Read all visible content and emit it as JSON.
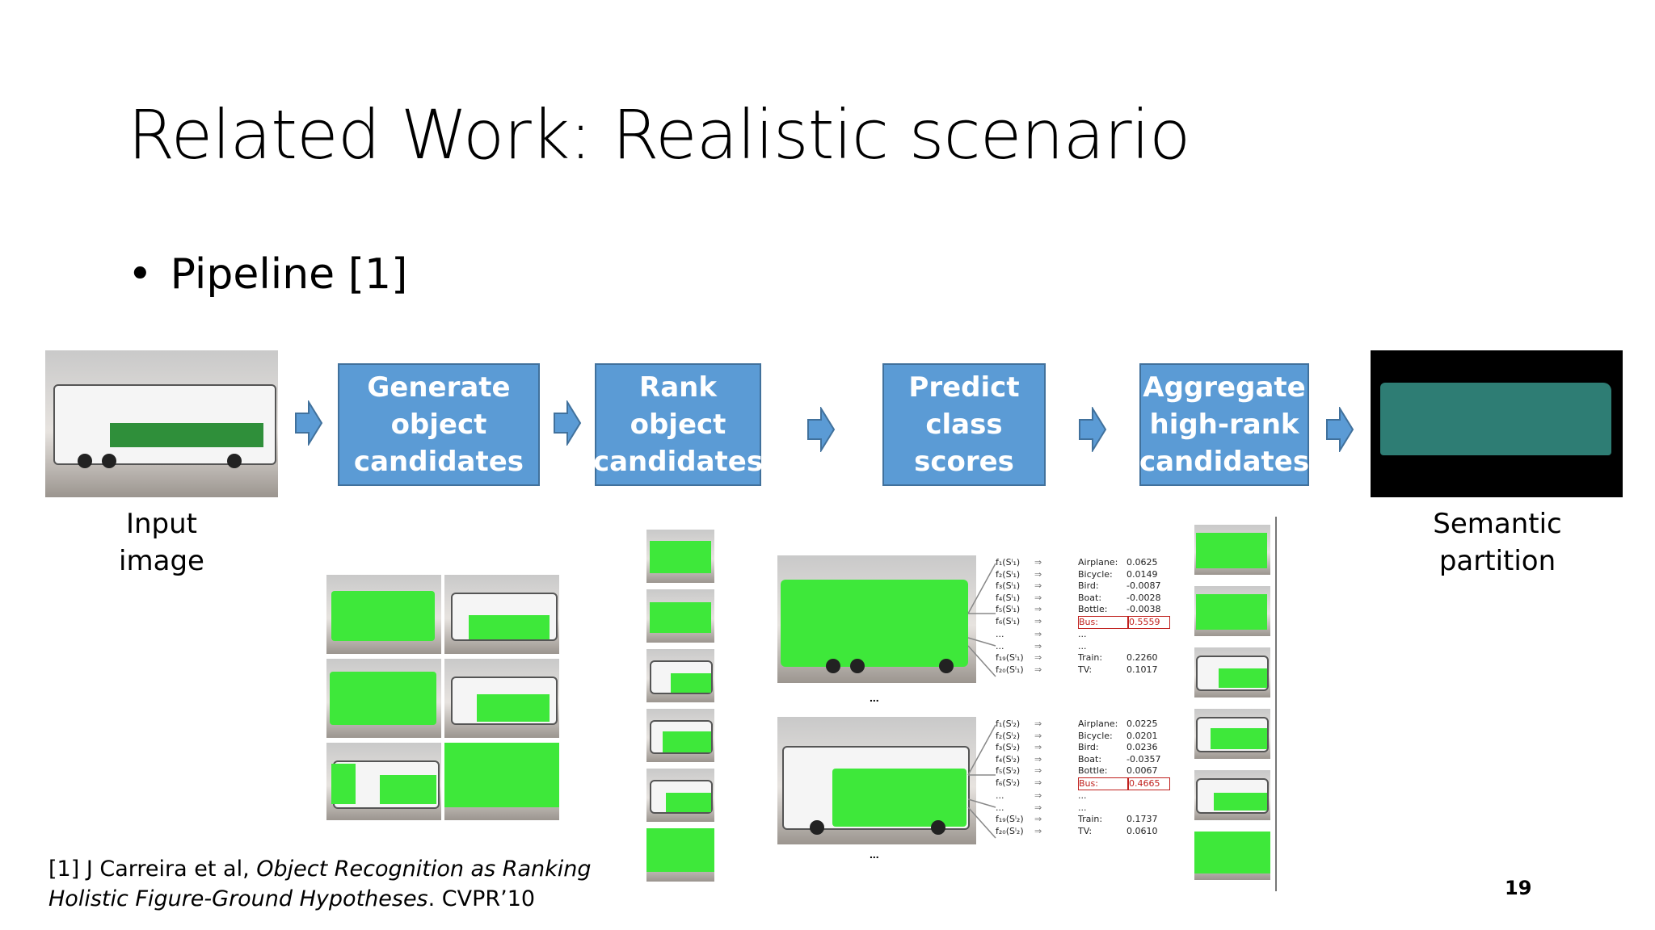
{
  "slide": {
    "title": "Related Work: Realistic scenario",
    "bullet": "Pipeline [1]",
    "page_number": "19"
  },
  "pipeline": {
    "steps": [
      "Generate\nobject\ncandidates",
      "Rank\nobject\ncandidates",
      "Predict\nclass\nscores",
      "Aggregate\nhigh-rank\ncandidates"
    ],
    "input_caption": "Input\nimage",
    "output_caption": "Semantic\npartition",
    "colors": {
      "step_fill": "#5b9bd5",
      "step_border": "#41719c",
      "mask": "#3ee83a",
      "partition": "#2e7d74"
    }
  },
  "scores": {
    "top": [
      {
        "fn": "f₁(Sⁱ₁)",
        "cls": "Airplane:",
        "val": "0.0625"
      },
      {
        "fn": "f₂(Sⁱ₁)",
        "cls": "Bicycle:",
        "val": "0.0149"
      },
      {
        "fn": "f₃(Sⁱ₁)",
        "cls": "Bird:",
        "val": "-0.0087"
      },
      {
        "fn": "f₄(Sⁱ₁)",
        "cls": "Boat:",
        "val": "-0.0028"
      },
      {
        "fn": "f₅(Sⁱ₁)",
        "cls": "Bottle:",
        "val": "-0.0038"
      },
      {
        "fn": "f₆(Sⁱ₁)",
        "cls": "Bus:",
        "val": "0.5559",
        "highlight": true
      },
      {
        "fn": "...",
        "cls": "...",
        "val": ""
      },
      {
        "fn": "...",
        "cls": "...",
        "val": ""
      },
      {
        "fn": "f₁₉(Sⁱ₁)",
        "cls": "Train:",
        "val": "0.2260"
      },
      {
        "fn": "f₂₀(Sⁱ₁)",
        "cls": "TV:",
        "val": "0.1017"
      }
    ],
    "bottom": [
      {
        "fn": "f₁(Sⁱ₂)",
        "cls": "Airplane:",
        "val": "0.0225"
      },
      {
        "fn": "f₂(Sⁱ₂)",
        "cls": "Bicycle:",
        "val": "0.0201"
      },
      {
        "fn": "f₃(Sⁱ₂)",
        "cls": "Bird:",
        "val": "0.0236"
      },
      {
        "fn": "f₄(Sⁱ₂)",
        "cls": "Boat:",
        "val": "-0.0357"
      },
      {
        "fn": "f₅(Sⁱ₂)",
        "cls": "Bottle:",
        "val": "0.0067"
      },
      {
        "fn": "f₆(Sⁱ₂)",
        "cls": "Bus:",
        "val": "0.4665",
        "highlight": true
      },
      {
        "fn": "...",
        "cls": "...",
        "val": ""
      },
      {
        "fn": "...",
        "cls": "...",
        "val": ""
      },
      {
        "fn": "f₁₉(Sⁱ₂)",
        "cls": "Train:",
        "val": "0.1737"
      },
      {
        "fn": "f₂₀(Sⁱ₂)",
        "cls": "TV:",
        "val": "0.0610"
      }
    ],
    "ellipsis": "..."
  },
  "citation": {
    "prefix": "[1] J Carreira et al, ",
    "title": "Object Recognition as Ranking Holistic Figure-Ground Hypotheses",
    "suffix": ". CVPR’10"
  }
}
